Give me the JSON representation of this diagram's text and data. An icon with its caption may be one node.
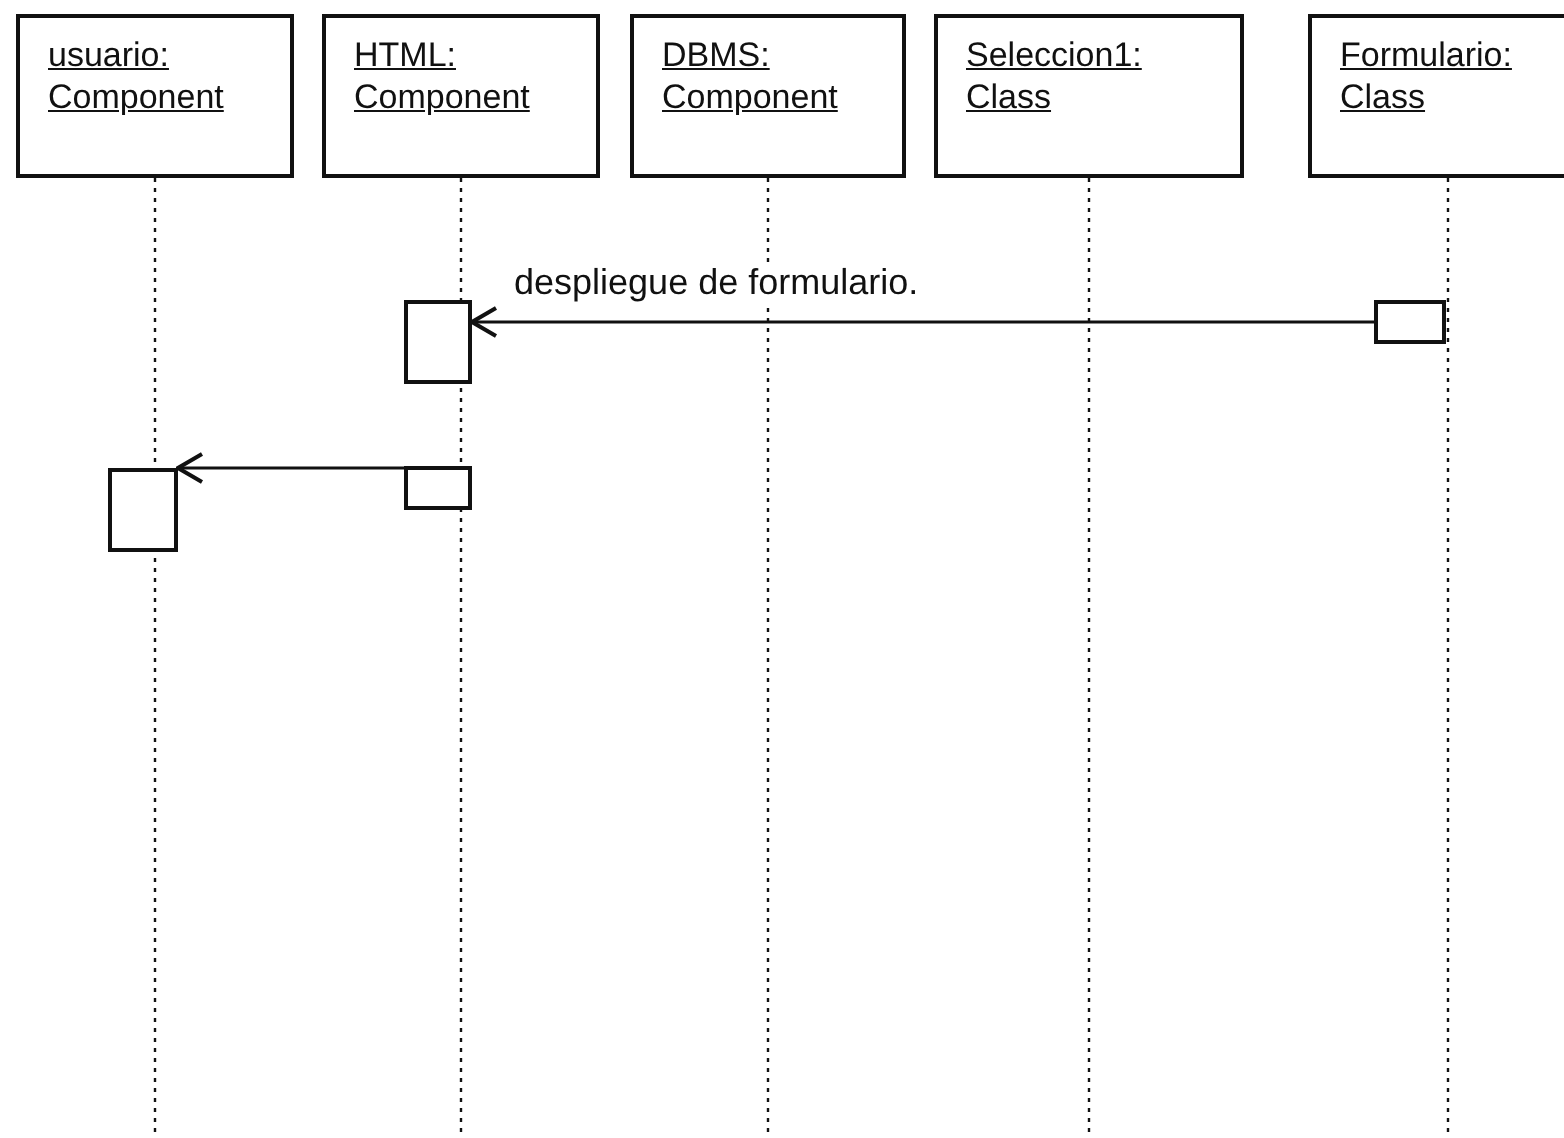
{
  "diagram": {
    "nodes": [
      {
        "text": [
          "usuario: Component"
        ]
      },
      {
        "text": [
          "HTML: Component"
        ]
      },
      {
        "text": [
          "DBMS: Component"
        ]
      },
      {
        "text": [
          "Seleccion1: Class"
        ]
      },
      {
        "text": [
          "Formulario: Class"
        ]
      },
      {
        "text": [],
        "shape": "box"
      },
      {
        "text": [],
        "shape": "box"
      },
      {
        "text": [],
        "shape": "box"
      },
      {
        "text": [],
        "shape": "box"
      }
    ],
    "edges": [
      {
        "from": 0,
        "to": null,
        "arrow": "none",
        "style": "dashed"
      },
      {
        "from": 1,
        "to": null,
        "arrow": "none",
        "style": "dashed"
      },
      {
        "from": 2,
        "to": null,
        "arrow": "none",
        "style": "dashed"
      },
      {
        "from": 3,
        "to": null,
        "arrow": "none",
        "style": "dashed"
      },
      {
        "from": 4,
        "to": null,
        "arrow": "none",
        "style": "dashed"
      },
      {
        "from": 6,
        "to": 5,
        "arrow": "to",
        "label": "despliegue de formulario."
      },
      {
        "from": 8,
        "to": 7,
        "arrow": "to"
      }
    ]
  }
}
